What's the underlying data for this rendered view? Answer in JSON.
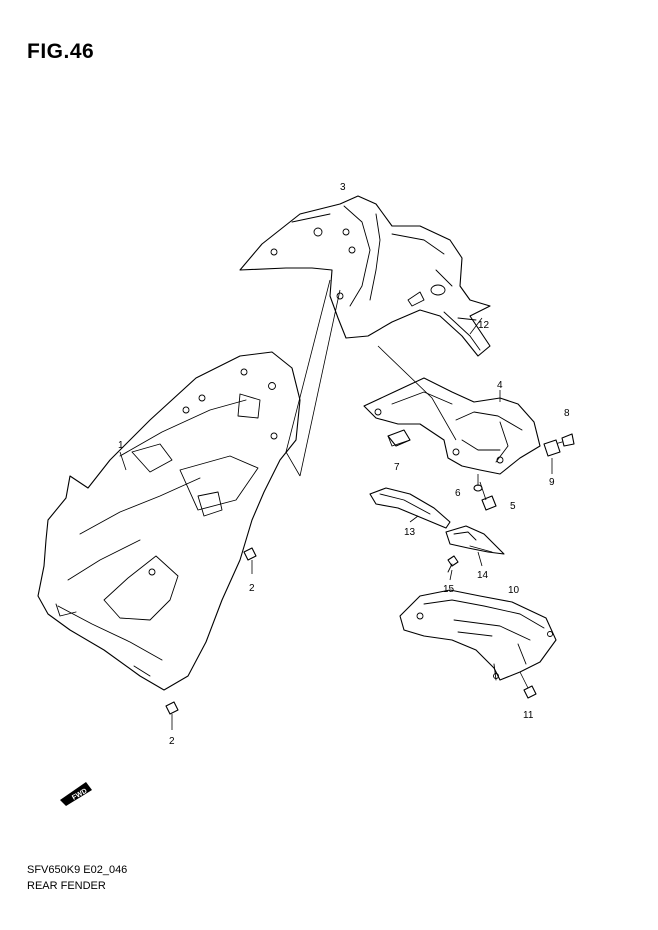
{
  "figure": {
    "title": "FIG.46"
  },
  "callouts": [
    {
      "id": "1",
      "label": "1"
    },
    {
      "id": "2a",
      "label": "2"
    },
    {
      "id": "2b",
      "label": "2"
    },
    {
      "id": "3",
      "label": "3"
    },
    {
      "id": "4",
      "label": "4"
    },
    {
      "id": "5",
      "label": "5"
    },
    {
      "id": "6",
      "label": "6"
    },
    {
      "id": "7",
      "label": "7"
    },
    {
      "id": "8",
      "label": "8"
    },
    {
      "id": "9",
      "label": "9"
    },
    {
      "id": "10",
      "label": "10"
    },
    {
      "id": "11",
      "label": "11"
    },
    {
      "id": "12",
      "label": "12"
    },
    {
      "id": "13",
      "label": "13"
    },
    {
      "id": "14",
      "label": "14"
    },
    {
      "id": "15",
      "label": "15"
    }
  ],
  "fwd_badge": {
    "label": "FWD"
  },
  "footer": {
    "code": "SFV650K9 E02_046",
    "caption": "REAR FENDER"
  }
}
